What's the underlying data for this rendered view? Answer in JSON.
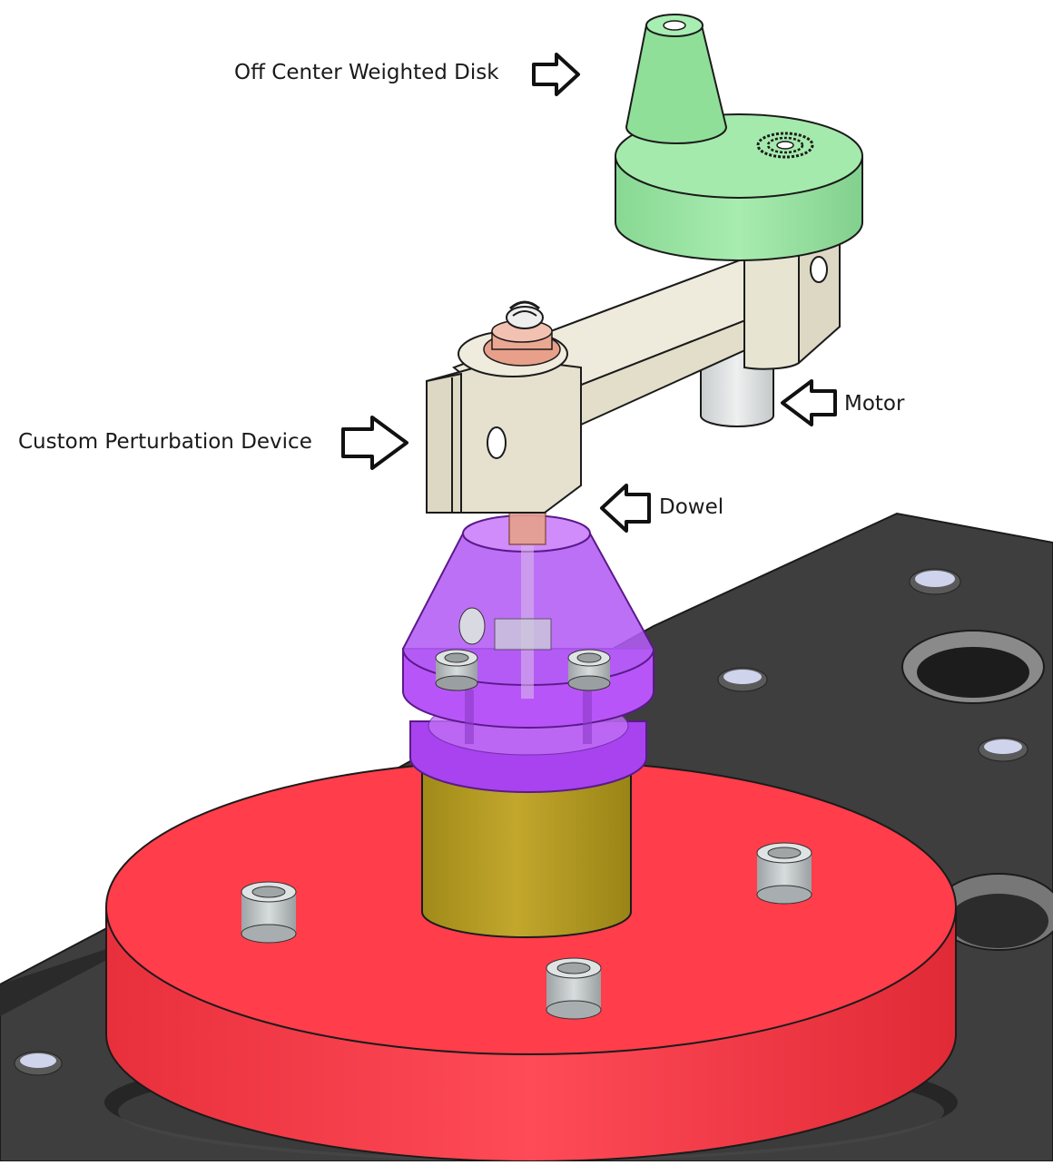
{
  "labels": {
    "weighted_disk": "Off Center Weighted Disk",
    "motor": "Motor",
    "perturbation_device": "Custom Perturbation Device",
    "dowel": "Dowel"
  },
  "colors": {
    "background": "#ffffff",
    "plate": "#3d3d3d",
    "red_base": "#ff3b4a",
    "gold_cylinder": "#b39a22",
    "purple_cone": "#b24dff",
    "dowel_pink": "#e8a08a",
    "arm_beige": "#e4e0d0",
    "motor_gray": "#d8dcdc",
    "green_disk": "#9be6a4",
    "bolt_gray": "#b9bfc0",
    "outline": "#1b1b1b"
  },
  "icons": [
    "right-arrow-icon",
    "left-arrow-icon",
    "screw-icon",
    "hole-icon"
  ]
}
